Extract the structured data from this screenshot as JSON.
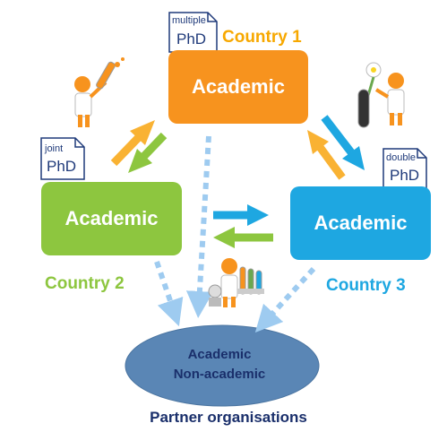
{
  "nodes": {
    "country1": {
      "box_label": "Academic",
      "country_label": "Country 1",
      "color": "#f7931e",
      "country_color": "#f7a800"
    },
    "country2": {
      "box_label": "Academic",
      "country_label": "Country 2",
      "color": "#8dc63f",
      "country_color": "#8dc63f"
    },
    "country3": {
      "box_label": "Academic",
      "country_label": "Country 3",
      "color": "#1ea7e1",
      "country_color": "#1ea7e1"
    }
  },
  "documents": {
    "multiple": {
      "small": "multiple",
      "big": "PhD"
    },
    "joint": {
      "small": "joint",
      "big": "PhD"
    },
    "double": {
      "small": "double",
      "big": "PhD"
    }
  },
  "partners": {
    "line1": "Academic",
    "line2": "Non-academic",
    "caption": "Partner organisations",
    "fill": "#5a86b5"
  },
  "icons": [
    "scientist-test-tube-icon",
    "scientist-flower-icon",
    "scientist-lab-equipment-icon"
  ],
  "arrow_color_dotted": "#9ecbf0"
}
